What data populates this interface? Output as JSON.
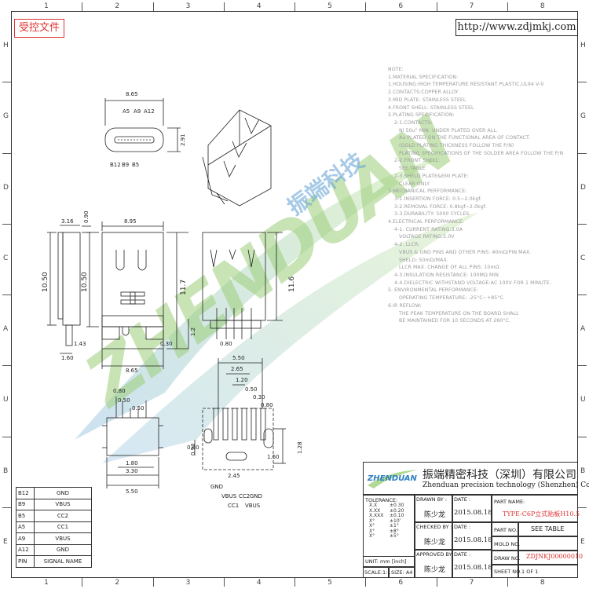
{
  "stamp": "受控文件",
  "url": "http://www.zdjmkj.com",
  "ruler": {
    "columns": [
      "1",
      "2",
      "3",
      "4",
      "5",
      "6",
      "7",
      "8"
    ],
    "rows": [
      "H",
      "G",
      "D",
      "C",
      "A",
      "U",
      "B",
      "E"
    ]
  },
  "notes": [
    "NOTE:",
    "1.MATERIAL SPECIFICATION:",
    "1.HOUSING:HIGH TEMPERATURE RESISTANT PLASTIC,UL94 V-0",
    "2.CONTACTS:COPPER ALLOY",
    "3.MID PLATE: STAINLESS STEEL",
    "4.FRONT SHELL: STAINLESS STEEL",
    "2.PLATING SPECIFICATION:",
    "2-1.CONTACTS:",
    "Ni 50u\" MIN. UNDER PLATED OVER ALL.",
    "Au PLATED ON THE FUNCTIONAL AREA OF CONTACT.",
    "(GOLD PLATING THICKNESS FOLLOW THE P/N)",
    "PLATING SPECIFICATIONS OF THE SOLDER AREA FOLLOW THE P/N",
    "2-2.FRONT SHELL:",
    "SEE TABLE",
    "2-3.SHELD PLATE&EMI PLATE:",
    "CLEAR ONLY",
    "3.MECHANICAL PERFORMANCE:",
    "3-1.INSERTION FORCE: 0.5~2.0kgf.",
    "3-2.REMOVAL FORCE: 0.8kgf~2.0kgf.",
    "3-3.DURABILITY: 5000 CYCLES.",
    "4.ELECTRICAL PERFORMANCE:",
    "4-1. CURRENT RATING:3.0A",
    "VOLTAGE RATING:5.0V",
    "4-2. LLCR:",
    "VBUS & GND PINS AND OTHER PINS: 40mΩ/PIN MAX.",
    "SHELD: 50mΩ/MAX.",
    "LLCR MAX. CHANGE OF ALL PINS: 10mΩ.",
    "4-3.INSULATION RESISTANCE: 100MΩ  MIN",
    "4-4.DIELECTRIC WITHSTAND VOLTAGE:AC 100V FOR 1 MINUTE.",
    "5. ENVIRONMENTAL PERFORMANCE:",
    "OPERATING TEMPERATURE: -25°C~+85°C.",
    "6.IR REFLOW:",
    "THE PEAK TEMPERATURE ON THE BOARD SHALL",
    "BE MAINTAINED FOR 10 SECONDS AT 260°C."
  ],
  "watermark": {
    "text": "ZHENDUAN",
    "cn": "振端科技"
  },
  "dims": {
    "top_width": "8.65",
    "top_pins_top": [
      "A5",
      "A9",
      "A12"
    ],
    "top_pins_bottom": [
      "B12",
      "B9",
      "B5"
    ],
    "top_height": "2.91",
    "side_w": "3.16",
    "side_t": "0.90",
    "side_h": "10.50",
    "side_leg": "1.60",
    "side_small": "1.43",
    "front_w": "8.95",
    "front_h": "10.50",
    "front_total": "11.7",
    "front_foot": "1.2",
    "front_gap": "0.30",
    "front_bottom": "8.65",
    "back_h": "11.6",
    "back_pitch": "0.80",
    "fp_5_50": "5.50",
    "fp_2_65": "2.65",
    "fp_1_20": "1.20",
    "fp_0_50": "0.50",
    "fp_0_30": "0.30",
    "fp_0_80": "0.80",
    "fp_0_60": "0.60",
    "fp_1_60": "1.60",
    "fp_1_28": "1.28",
    "fp_0_93": "0.93",
    "fp_2_45": "2.45",
    "lp_0_80": "0.80",
    "lp_0_50a": "0.50",
    "lp_0_50b": "0.50",
    "lp_1_80": "1.80",
    "lp_3_30": "3.30",
    "lp_5_50": "5.50",
    "sig_labels": [
      "GND",
      "VBUS",
      "CC1",
      "CC2",
      "VBUS",
      "GND"
    ]
  },
  "pin_table": {
    "rows": [
      [
        "B12",
        "GND"
      ],
      [
        "B9",
        "VBUS"
      ],
      [
        "B5",
        "CC2"
      ],
      [
        "A5",
        "CC1"
      ],
      [
        "A9",
        "VBUS"
      ],
      [
        "A12",
        "GND"
      ],
      [
        "PIN",
        "SIGNAL NAME"
      ]
    ]
  },
  "title_block": {
    "company_cn": "振端精密科技（深圳）有限公司",
    "company_en": "Zhenduan precision technology (Shenzhen) Co., Ltd",
    "logo_text": "ZHENDUAN",
    "tolerance_label": "TOLERANCE:",
    "tolerances": [
      [
        "X.X",
        "±0.30"
      ],
      [
        "X.XX",
        "±0.20"
      ],
      [
        "X.XXX",
        "±0.10"
      ],
      [
        "X°",
        "±10'"
      ],
      [
        "X°",
        "±1°"
      ],
      [
        "X°",
        "±8°"
      ],
      [
        "X°",
        "±5°"
      ]
    ],
    "unit_label": "UNIT: mm [inch]",
    "scale_label": "SCALE:1:1",
    "size_label": "SIZE: A4",
    "drawn_by": "DRAWN BY :",
    "checked_by": "CHECKED BY :",
    "approved_by": "APPROVED BY :",
    "date_label": "DATE :",
    "name_1": "陈少龙",
    "name_2": "陈少龙",
    "name_3": "陈少龙",
    "date_1": "2015.08.18",
    "date_2": "2015.08.18",
    "date_3": "2015.08.18",
    "part_name_label": "PART NAME:",
    "part_name": "TYPE-C6P立式贴板H10.5",
    "part_no_label": "PART NO.",
    "part_no": "SEE TABLE",
    "mold_no_label": "MOLD NO.",
    "draw_no_label": "DRAW NO.",
    "draw_no": "ZDJNKJ00000010",
    "sheet_no_label": "SHEET NO.",
    "sheet_no": "1 OF 1"
  }
}
